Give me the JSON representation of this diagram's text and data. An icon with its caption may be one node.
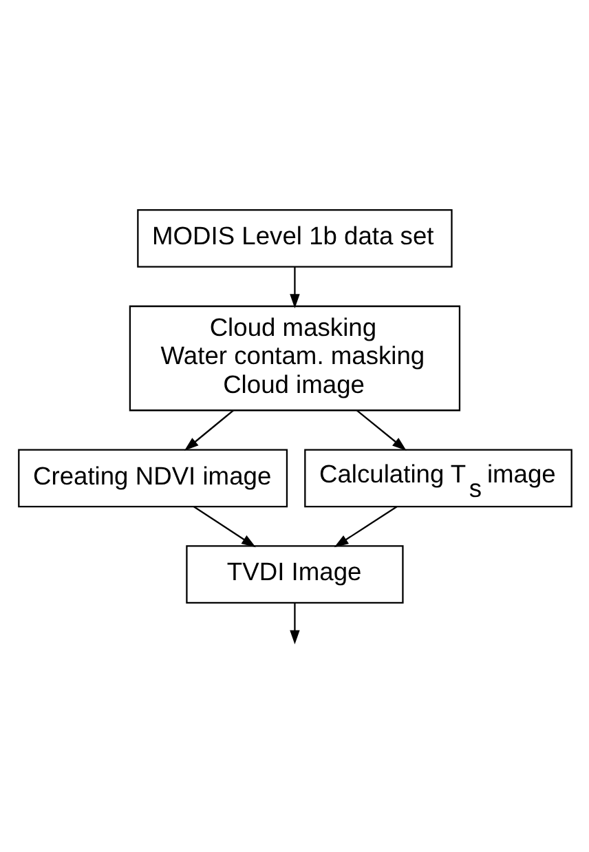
{
  "diagram": {
    "nodes": [
      {
        "text": [
          "MODIS Level 1b data set"
        ]
      },
      {
        "text": [
          "Cloud masking",
          "Water contam. masking",
          "Cloud image"
        ]
      },
      {
        "text": [
          "Creating NDVI image"
        ]
      },
      {
        "text": [
          "Calculating T$_{s}$ image"
        ]
      },
      {
        "text": [
          "TVDI Image"
        ]
      }
    ],
    "edges": [
      {
        "from": 0,
        "to": 1,
        "arrow": "to"
      },
      {
        "from": 1,
        "to": 2,
        "arrow": "to"
      },
      {
        "from": 1,
        "to": 3,
        "arrow": "to"
      },
      {
        "from": 2,
        "to": 4,
        "arrow": "to"
      },
      {
        "from": 3,
        "to": 4,
        "arrow": "to"
      },
      {
        "from": 4,
        "to": null,
        "arrow": "to"
      }
    ]
  }
}
